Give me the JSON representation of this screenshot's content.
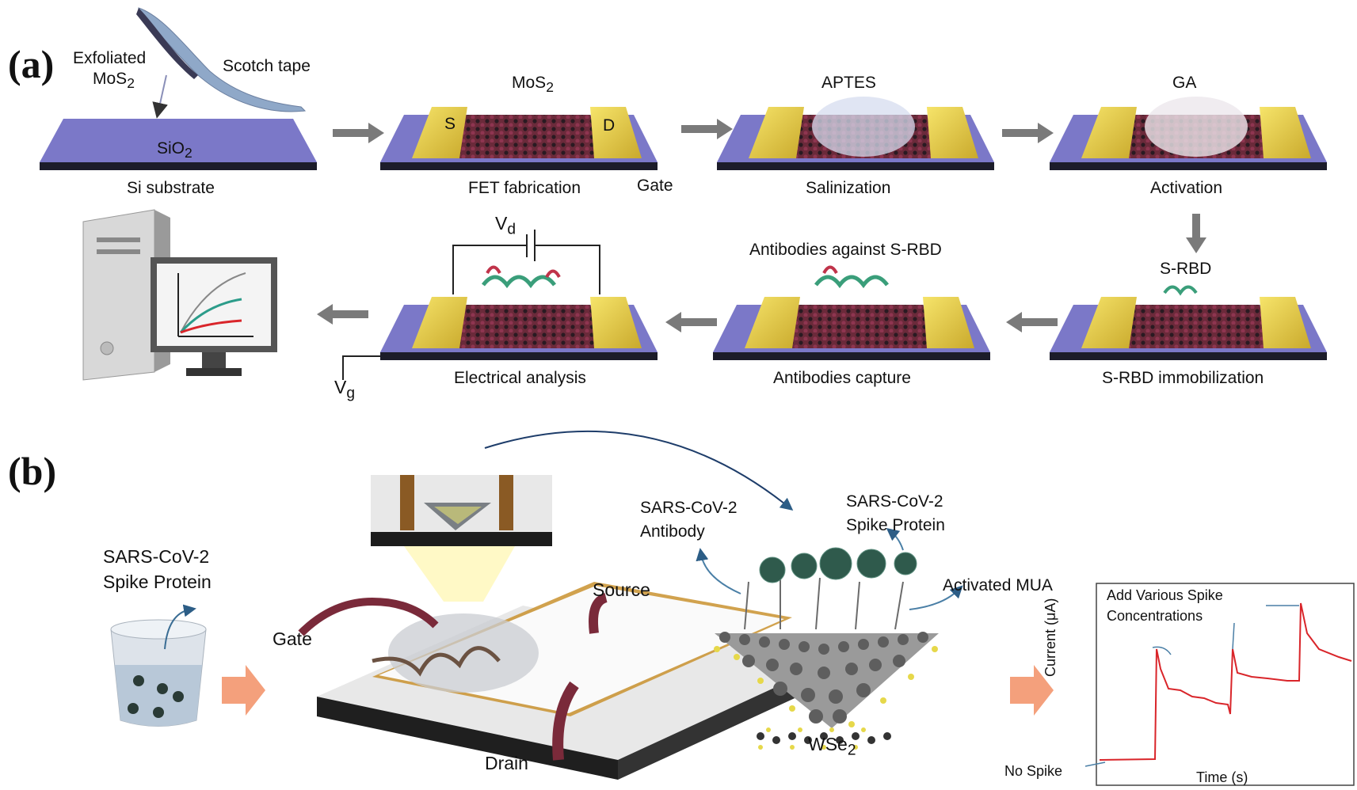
{
  "panel_a": {
    "letter": "(a)",
    "tape_labels": {
      "exfoliated": "Exfoliated",
      "mos2_tape": "MoS",
      "mos2_sub": "2",
      "scotch_tape": "Scotch tape"
    },
    "substrate": {
      "sio2": "SiO",
      "sio2_sub": "2",
      "caption": "Si substrate"
    },
    "fet": {
      "title": "MoS",
      "title_sub": "2",
      "s": "S",
      "d": "D",
      "caption": "FET fabrication",
      "gate": "Gate"
    },
    "aptes": {
      "title": "APTES",
      "caption": "Salinization"
    },
    "ga": {
      "title": "GA",
      "caption": "Activation"
    },
    "srbd": {
      "title": "S-RBD",
      "caption": "S-RBD immobilization"
    },
    "antibodies": {
      "title": "Antibodies against S-RBD",
      "caption": "Antibodies capture"
    },
    "electrical": {
      "vd": "V",
      "vd_sub": "d",
      "vg": "V",
      "vg_sub": "g",
      "caption": "Electrical analysis"
    }
  },
  "panel_b": {
    "letter": "(b)",
    "beaker_label_1": "SARS-CoV-2",
    "beaker_label_2": "Spike Protein",
    "gate": "Gate",
    "source": "Source",
    "drain": "Drain",
    "antibody_1": "SARS-CoV-2",
    "antibody_2": "Antibody",
    "spike_1": "SARS-CoV-2",
    "spike_2": "Spike Protein",
    "mua": "Activated MUA",
    "wse2": "WSe",
    "wse2_sub": "2"
  },
  "chart_data": {
    "type": "line",
    "annotation_1": "Add Various Spike",
    "annotation_2": "Concentrations",
    "xlabel": "Time (s)",
    "ylabel": "Current (μA)",
    "baseline_label": "No Spike"
  },
  "colors": {
    "substrate_top": "#7b78c8",
    "substrate_side": "#4a4690",
    "electrode": "#e8d54a",
    "arrow": "#7a7a7a",
    "orange_arrow": "#f4a07c",
    "curve": "#d9252a"
  }
}
